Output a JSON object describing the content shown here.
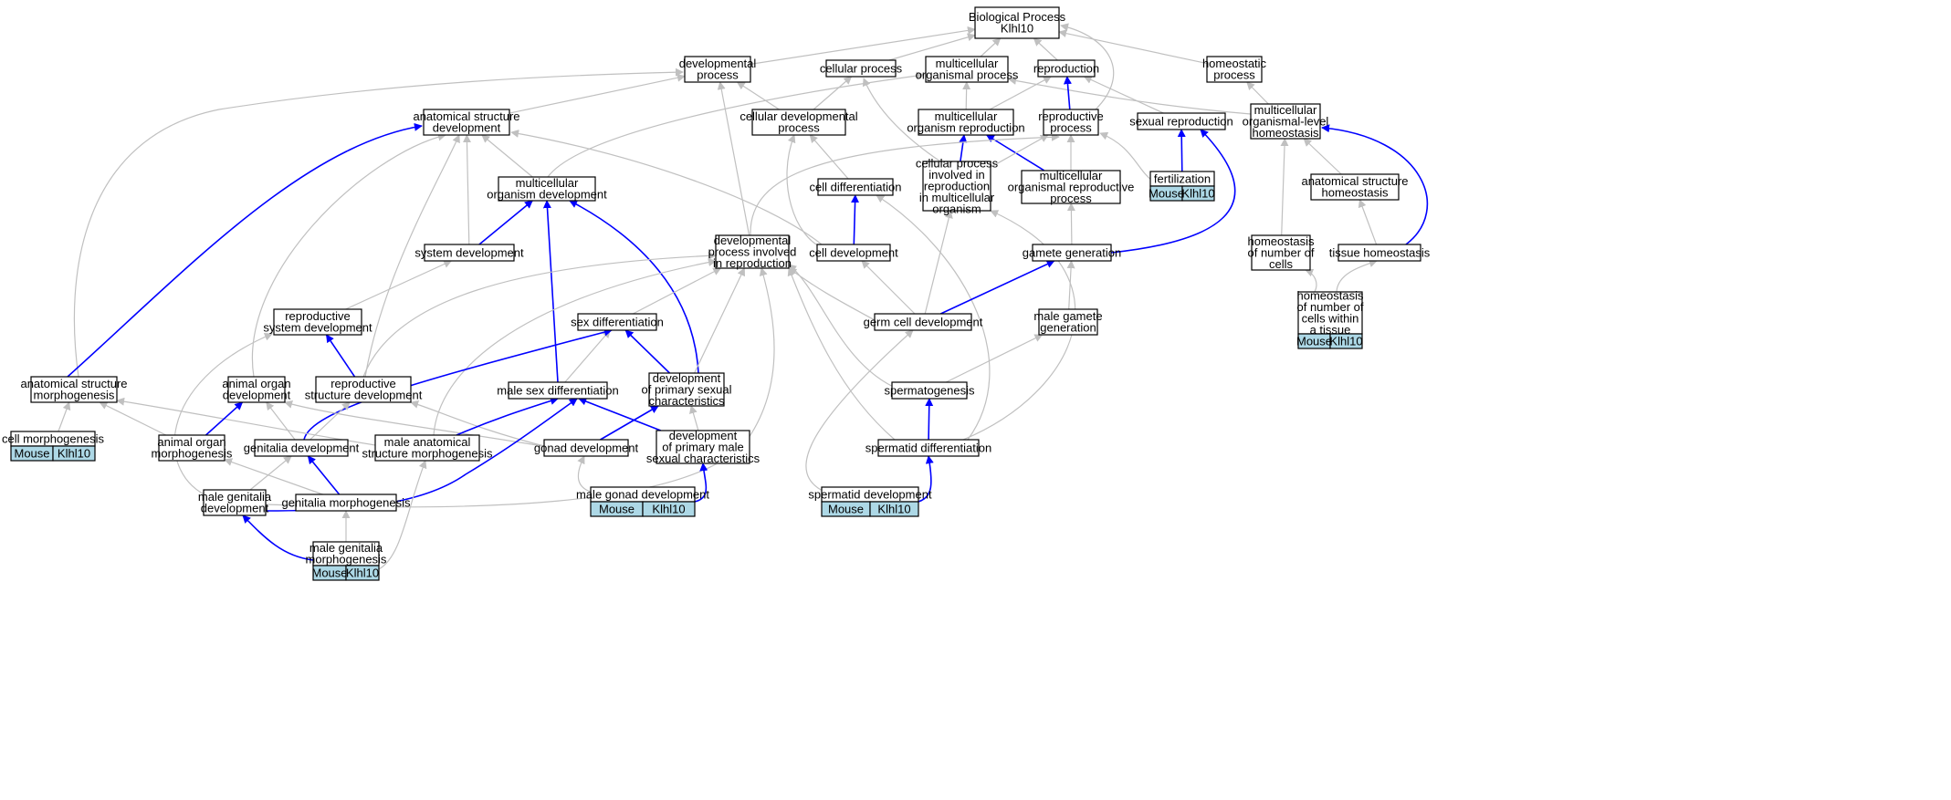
{
  "title": "Biological Process\nKlhl10",
  "colors": {
    "background": "#ffffff",
    "edge_gray": "#c0c0c0",
    "edge_blue": "#0000ff",
    "node_border": "#000000",
    "annotation_fill": "#add8e6"
  },
  "nodes": {
    "root": {
      "label": "Biological Process\nKlhl10"
    },
    "developmental_process": {
      "label": "developmental\nprocess"
    },
    "cellular_process": {
      "label": "cellular process"
    },
    "multicellular_organismal_process": {
      "label": "multicellular\norganismal process"
    },
    "reproduction": {
      "label": "reproduction"
    },
    "homeostatic_process": {
      "label": "homeostatic\nprocess"
    },
    "anatomical_structure_development": {
      "label": "anatomical structure\ndevelopment"
    },
    "cellular_developmental_process": {
      "label": "cellular developmental\nprocess"
    },
    "multicellular_organism_reproduction": {
      "label": "multicellular\norganism reproduction"
    },
    "reproductive_process": {
      "label": "reproductive\nprocess"
    },
    "sexual_reproduction": {
      "label": "sexual reproduction"
    },
    "multicellular_organismal_level_homeostasis": {
      "label": "multicellular\norganismal-level\nhomeostasis"
    },
    "multicellular_organism_development": {
      "label": "multicellular\norganism development"
    },
    "cell_differentiation": {
      "label": "cell differentiation"
    },
    "cellular_process_involved_in_reproduction": {
      "label": "cellular process\ninvolved in\nreproduction\nin multicellular\norganism"
    },
    "multicellular_organismal_reproductive_process": {
      "label": "multicellular\norganismal reproductive\nprocess"
    },
    "fertilization": {
      "label": "fertilization",
      "annotation": [
        "Mouse",
        "Klhl10"
      ]
    },
    "anatomical_structure_homeostasis": {
      "label": "anatomical structure\nhomeostasis"
    },
    "system_development": {
      "label": "system development"
    },
    "developmental_process_involved_in_reproduction": {
      "label": "developmental\nprocess involved\nin reproduction"
    },
    "cell_development": {
      "label": "cell development"
    },
    "gamete_generation": {
      "label": "gamete generation"
    },
    "homeostasis_of_number_of_cells": {
      "label": "homeostasis\nof number of\ncells"
    },
    "tissue_homeostasis": {
      "label": "tissue homeostasis"
    },
    "reproductive_system_development": {
      "label": "reproductive\nsystem development"
    },
    "sex_differentiation": {
      "label": "sex differentiation"
    },
    "germ_cell_development": {
      "label": "germ cell development"
    },
    "male_gamete_generation": {
      "label": "male gamete\ngeneration"
    },
    "homeostasis_of_number_of_cells_within_a_tissue": {
      "label": "homeostasis\nof number of\ncells within\na tissue",
      "annotation": [
        "Mouse",
        "Klhl10"
      ]
    },
    "anatomical_structure_morphogenesis": {
      "label": "anatomical structure\nmorphogenesis"
    },
    "animal_organ_development": {
      "label": "animal organ\ndevelopment"
    },
    "reproductive_structure_development": {
      "label": "reproductive\nstructure development"
    },
    "male_sex_differentiation": {
      "label": "male sex differentiation"
    },
    "development_of_primary_sexual_characteristics": {
      "label": "development\nof primary sexual\ncharacteristics"
    },
    "spermatogenesis": {
      "label": "spermatogenesis"
    },
    "cell_morphogenesis": {
      "label": "cell morphogenesis",
      "annotation": [
        "Mouse",
        "Klhl10"
      ]
    },
    "animal_organ_morphogenesis": {
      "label": "animal organ\nmorphogenesis"
    },
    "genitalia_development": {
      "label": "genitalia development"
    },
    "male_anatomical_structure_morphogenesis": {
      "label": "male anatomical\nstructure morphogenesis"
    },
    "gonad_development": {
      "label": "gonad development"
    },
    "development_of_primary_male_sexual_characteristics": {
      "label": "development\nof primary male\nsexual characteristics"
    },
    "spermatid_differentiation": {
      "label": "spermatid differentiation"
    },
    "male_genitalia_development": {
      "label": "male genitalia\ndevelopment"
    },
    "genitalia_morphogenesis": {
      "label": "genitalia morphogenesis"
    },
    "male_gonad_development": {
      "label": "male gonad development",
      "annotation": [
        "Mouse",
        "Klhl10"
      ]
    },
    "spermatid_development": {
      "label": "spermatid development",
      "annotation": [
        "Mouse",
        "Klhl10"
      ]
    },
    "male_genitalia_morphogenesis": {
      "label": "male genitalia\nmorphogenesis",
      "annotation": [
        "Mouse",
        "Klhl10"
      ]
    }
  },
  "edges": [
    {
      "from": "developmental_process",
      "to": "root",
      "color": "gray"
    },
    {
      "from": "cellular_process",
      "to": "root",
      "color": "gray"
    },
    {
      "from": "multicellular_organismal_process",
      "to": "root",
      "color": "gray"
    },
    {
      "from": "reproduction",
      "to": "root",
      "color": "gray"
    },
    {
      "from": "homeostatic_process",
      "to": "root",
      "color": "gray"
    },
    {
      "from": "reproductive_process",
      "to": "root",
      "color": "gray"
    },
    {
      "from": "anatomical_structure_development",
      "to": "developmental_process",
      "color": "gray"
    },
    {
      "from": "cellular_developmental_process",
      "to": "developmental_process",
      "color": "gray"
    },
    {
      "from": "cellular_developmental_process",
      "to": "cellular_process",
      "color": "gray"
    },
    {
      "from": "anatomical_structure_morphogenesis",
      "to": "developmental_process",
      "color": "gray"
    },
    {
      "from": "developmental_process_involved_in_reproduction",
      "to": "developmental_process",
      "color": "gray"
    },
    {
      "from": "multicellular_organism_reproduction",
      "to": "multicellular_organismal_process",
      "color": "gray"
    },
    {
      "from": "multicellular_organism_reproduction",
      "to": "reproduction",
      "color": "gray"
    },
    {
      "from": "multicellular_organism_development",
      "to": "multicellular_organismal_process",
      "color": "gray"
    },
    {
      "from": "multicellular_organismal_level_homeostasis",
      "to": "multicellular_organismal_process",
      "color": "gray"
    },
    {
      "from": "multicellular_organismal_level_homeostasis",
      "to": "homeostatic_process",
      "color": "gray"
    },
    {
      "from": "reproductive_process",
      "to": "reproduction",
      "color": "blue"
    },
    {
      "from": "sexual_reproduction",
      "to": "reproduction",
      "color": "gray"
    },
    {
      "from": "cellular_process_involved_in_reproduction",
      "to": "cellular_process",
      "color": "gray"
    },
    {
      "from": "multicellular_organism_development",
      "to": "anatomical_structure_development",
      "color": "gray"
    },
    {
      "from": "system_development",
      "to": "anatomical_structure_development",
      "color": "gray"
    },
    {
      "from": "cell_development",
      "to": "anatomical_structure_development",
      "color": "gray"
    },
    {
      "from": "reproductive_structure_development",
      "to": "anatomical_structure_development",
      "color": "gray"
    },
    {
      "from": "animal_organ_development",
      "to": "anatomical_structure_development",
      "color": "gray"
    },
    {
      "from": "anatomical_structure_morphogenesis",
      "to": "anatomical_structure_development",
      "color": "blue"
    },
    {
      "from": "cell_differentiation",
      "to": "cellular_developmental_process",
      "color": "gray"
    },
    {
      "from": "cell_development",
      "to": "cellular_developmental_process",
      "color": "gray"
    },
    {
      "from": "cellular_process_involved_in_reproduction",
      "to": "multicellular_organism_reproduction",
      "color": "blue"
    },
    {
      "from": "multicellular_organismal_reproductive_process",
      "to": "multicellular_organism_reproduction",
      "color": "blue"
    },
    {
      "from": "multicellular_organismal_reproductive_process",
      "to": "reproductive_process",
      "color": "gray"
    },
    {
      "from": "cellular_process_involved_in_reproduction",
      "to": "reproductive_process",
      "color": "gray"
    },
    {
      "from": "developmental_process_involved_in_reproduction",
      "to": "reproductive_process",
      "color": "gray"
    },
    {
      "from": "fertilization",
      "to": "reproductive_process",
      "color": "gray"
    },
    {
      "from": "fertilization",
      "to": "sexual_reproduction",
      "color": "blue"
    },
    {
      "from": "gamete_generation",
      "to": "sexual_reproduction",
      "color": "blue"
    },
    {
      "from": "gamete_generation",
      "to": "multicellular_organismal_reproductive_process",
      "color": "gray"
    },
    {
      "from": "anatomical_structure_homeostasis",
      "to": "multicellular_organismal_level_homeostasis",
      "color": "gray"
    },
    {
      "from": "homeostasis_of_number_of_cells",
      "to": "multicellular_organismal_level_homeostasis",
      "color": "gray"
    },
    {
      "from": "tissue_homeostasis",
      "to": "multicellular_organismal_level_homeostasis",
      "color": "blue"
    },
    {
      "from": "tissue_homeostasis",
      "to": "anatomical_structure_homeostasis",
      "color": "gray"
    },
    {
      "from": "system_development",
      "to": "multicellular_organism_development",
      "color": "blue"
    },
    {
      "from": "male_sex_differentiation",
      "to": "multicellular_organism_development",
      "color": "blue"
    },
    {
      "from": "development_of_primary_sexual_characteristics",
      "to": "multicellular_organism_development",
      "color": "blue"
    },
    {
      "from": "cell_development",
      "to": "cell_differentiation",
      "color": "blue"
    },
    {
      "from": "spermatid_differentiation",
      "to": "cell_differentiation",
      "color": "gray"
    },
    {
      "from": "germ_cell_development",
      "to": "cellular_process_involved_in_reproduction",
      "color": "gray"
    },
    {
      "from": "spermatid_differentiation",
      "to": "cellular_process_involved_in_reproduction",
      "color": "gray"
    },
    {
      "from": "reproductive_system_development",
      "to": "system_development",
      "color": "gray"
    },
    {
      "from": "sex_differentiation",
      "to": "developmental_process_involved_in_reproduction",
      "color": "gray"
    },
    {
      "from": "development_of_primary_sexual_characteristics",
      "to": "developmental_process_involved_in_reproduction",
      "color": "gray"
    },
    {
      "from": "germ_cell_development",
      "to": "developmental_process_involved_in_reproduction",
      "color": "gray"
    },
    {
      "from": "reproductive_structure_development",
      "to": "developmental_process_involved_in_reproduction",
      "color": "gray"
    },
    {
      "from": "male_anatomical_structure_morphogenesis",
      "to": "developmental_process_involved_in_reproduction",
      "color": "gray"
    },
    {
      "from": "spermatogenesis",
      "to": "developmental_process_involved_in_reproduction",
      "color": "gray"
    },
    {
      "from": "spermatid_differentiation",
      "to": "developmental_process_involved_in_reproduction",
      "color": "gray"
    },
    {
      "from": "male_genitalia_development",
      "to": "developmental_process_involved_in_reproduction",
      "color": "gray"
    },
    {
      "from": "germ_cell_development",
      "to": "cell_development",
      "color": "gray"
    },
    {
      "from": "germ_cell_development",
      "to": "gamete_generation",
      "color": "blue"
    },
    {
      "from": "male_gamete_generation",
      "to": "gamete_generation",
      "color": "gray"
    },
    {
      "from": "homeostasis_of_number_of_cells_within_a_tissue",
      "to": "homeostasis_of_number_of_cells",
      "color": "gray"
    },
    {
      "from": "homeostasis_of_number_of_cells_within_a_tissue",
      "to": "tissue_homeostasis",
      "color": "gray"
    },
    {
      "from": "reproductive_structure_development",
      "to": "reproductive_system_development",
      "color": "blue"
    },
    {
      "from": "male_genitalia_development",
      "to": "reproductive_system_development",
      "color": "gray"
    },
    {
      "from": "male_sex_differentiation",
      "to": "sex_differentiation",
      "color": "gray"
    },
    {
      "from": "development_of_primary_sexual_characteristics",
      "to": "sex_differentiation",
      "color": "blue"
    },
    {
      "from": "genitalia_development",
      "to": "sex_differentiation",
      "color": "blue"
    },
    {
      "from": "spermatid_development",
      "to": "germ_cell_development",
      "color": "gray"
    },
    {
      "from": "spermatogenesis",
      "to": "male_gamete_generation",
      "color": "gray"
    },
    {
      "from": "cell_morphogenesis",
      "to": "anatomical_structure_morphogenesis",
      "color": "gray"
    },
    {
      "from": "animal_organ_morphogenesis",
      "to": "anatomical_structure_morphogenesis",
      "color": "gray"
    },
    {
      "from": "male_anatomical_structure_morphogenesis",
      "to": "anatomical_structure_morphogenesis",
      "color": "gray"
    },
    {
      "from": "animal_organ_morphogenesis",
      "to": "animal_organ_development",
      "color": "blue"
    },
    {
      "from": "genitalia_development",
      "to": "animal_organ_development",
      "color": "gray"
    },
    {
      "from": "gonad_development",
      "to": "animal_organ_development",
      "color": "gray"
    },
    {
      "from": "genitalia_development",
      "to": "reproductive_structure_development",
      "color": "gray"
    },
    {
      "from": "gonad_development",
      "to": "reproductive_structure_development",
      "color": "gray"
    },
    {
      "from": "male_anatomical_structure_morphogenesis",
      "to": "male_sex_differentiation",
      "color": "blue"
    },
    {
      "from": "development_of_primary_male_sexual_characteristics",
      "to": "male_sex_differentiation",
      "color": "blue"
    },
    {
      "from": "male_genitalia_development",
      "to": "male_sex_differentiation",
      "color": "blue"
    },
    {
      "from": "gonad_development",
      "to": "development_of_primary_sexual_characteristics",
      "color": "blue"
    },
    {
      "from": "development_of_primary_male_sexual_characteristics",
      "to": "development_of_primary_sexual_characteristics",
      "color": "gray"
    },
    {
      "from": "spermatid_differentiation",
      "to": "spermatogenesis",
      "color": "blue"
    },
    {
      "from": "genitalia_morphogenesis",
      "to": "genitalia_development",
      "color": "blue"
    },
    {
      "from": "male_genitalia_development",
      "to": "genitalia_development",
      "color": "gray"
    },
    {
      "from": "genitalia_morphogenesis",
      "to": "animal_organ_morphogenesis",
      "color": "gray"
    },
    {
      "from": "male_gonad_development",
      "to": "gonad_development",
      "color": "gray"
    },
    {
      "from": "male_gonad_development",
      "to": "development_of_primary_male_sexual_characteristics",
      "color": "blue"
    },
    {
      "from": "spermatid_development",
      "to": "spermatid_differentiation",
      "color": "blue"
    },
    {
      "from": "male_genitalia_morphogenesis",
      "to": "male_genitalia_development",
      "color": "blue"
    },
    {
      "from": "male_genitalia_morphogenesis",
      "to": "genitalia_morphogenesis",
      "color": "gray"
    },
    {
      "from": "male_genitalia_morphogenesis",
      "to": "male_anatomical_structure_morphogenesis",
      "color": "gray"
    }
  ]
}
